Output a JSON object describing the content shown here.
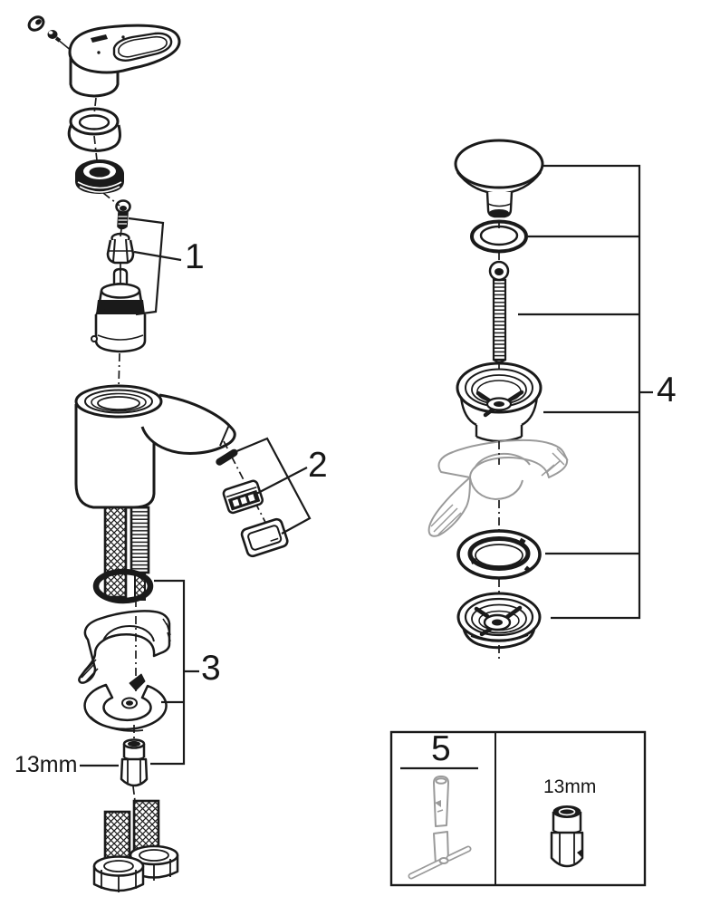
{
  "diagram": {
    "callouts": {
      "c1": "1",
      "c2": "2",
      "c3": "3",
      "c4": "4",
      "c5": "5"
    },
    "labels": {
      "wrench_size": "13mm",
      "socket_size": "13mm"
    },
    "colors": {
      "line": "#1a1a1a",
      "context_gray": "#9a9a9a",
      "background": "#ffffff"
    }
  }
}
